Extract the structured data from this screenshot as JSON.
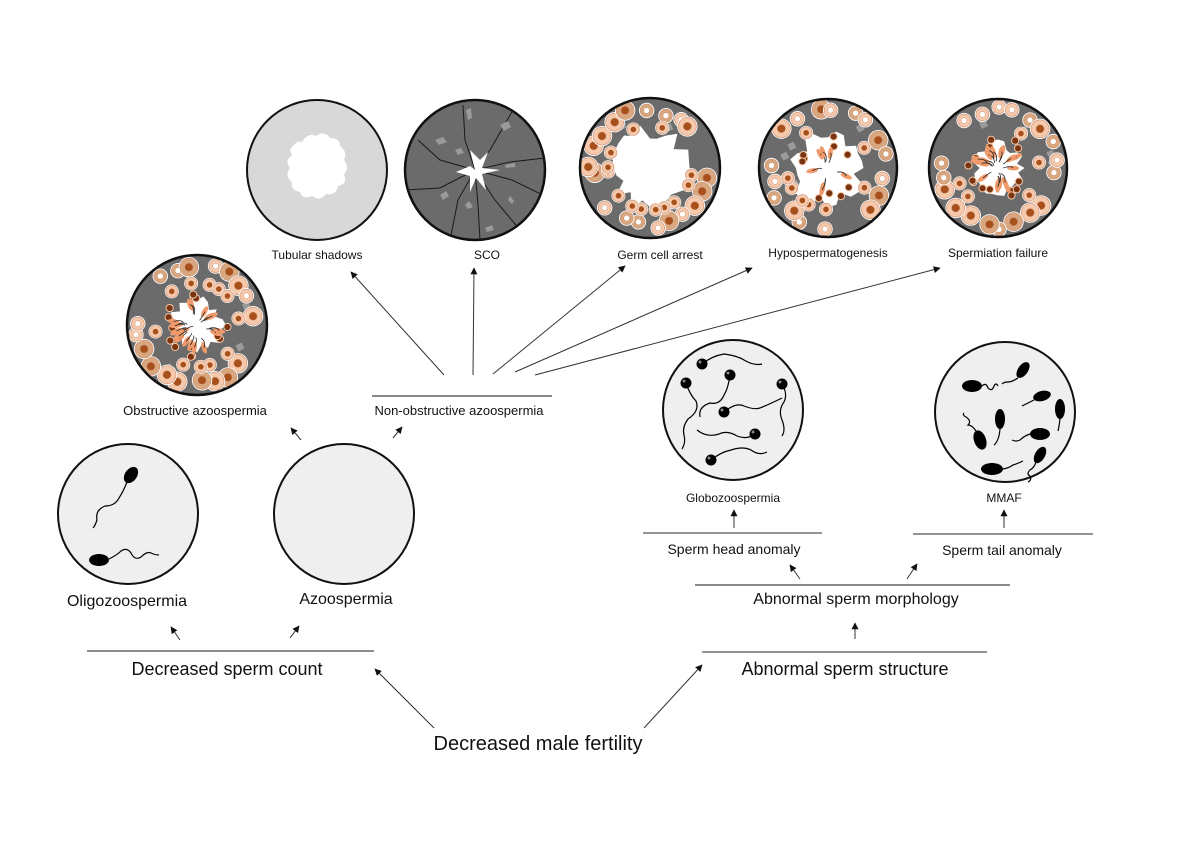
{
  "title": "Decreased male fertility",
  "colors": {
    "tubule_gray": "#6b6b6b",
    "light_fill": "#efefef",
    "shadow_fill": "#d8d8d8",
    "cell_peach": "#f6c9ad",
    "cell_tan": "#d8a77f",
    "cell_brown": "#a8501c",
    "spermatid_orange": "#f09a6c",
    "line": "#222222"
  },
  "root": {
    "label": "Decreased male fertility"
  },
  "branches": {
    "count": {
      "label": "Decreased sperm count",
      "children": [
        {
          "label": "Oligozoospermia",
          "icon": "oligozoospermia-icon"
        },
        {
          "label": "Azoospermia",
          "icon": "azoospermia-icon"
        }
      ]
    },
    "azoospermia_types": [
      {
        "label": "Obstructive azoospermia",
        "icon": "obstructive-azoospermia-tubule-icon"
      },
      {
        "label": "Non-obstructive azoospermia"
      }
    ],
    "non_obstructive_types": [
      {
        "label": "Tubular shadows",
        "icon": "tubular-shadows-icon"
      },
      {
        "label": "SCO",
        "icon": "sertoli-cell-only-icon"
      },
      {
        "label": "Germ cell arrest",
        "icon": "germ-cell-arrest-icon"
      },
      {
        "label": "Hypospermatogenesis",
        "icon": "hypospermatogenesis-icon"
      },
      {
        "label": "Spermiation failure",
        "icon": "spermiation-failure-icon"
      }
    ],
    "structure": {
      "label": "Abnormal sperm structure",
      "morphology": {
        "label": "Abnormal sperm morphology"
      },
      "children": [
        {
          "label": "Sperm head anomaly",
          "result": "Globozoospermia",
          "icon": "globozoospermia-icon"
        },
        {
          "label": "Sperm tail anomaly",
          "result": "MMAF",
          "icon": "mmaf-icon"
        }
      ]
    }
  }
}
